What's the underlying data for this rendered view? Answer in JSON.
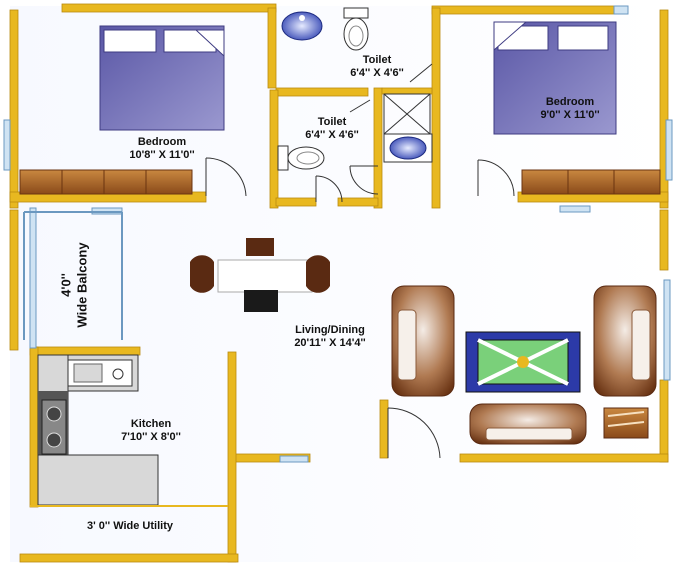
{
  "rooms": {
    "bedroom_left": {
      "name": "Bedroom",
      "size": "10'8'' X 11'0''"
    },
    "bedroom_right": {
      "name": "Bedroom",
      "size": "9'0'' X 11'0''"
    },
    "toilet_top": {
      "name": "Toilet",
      "size": "6'4'' X 4'6''"
    },
    "toilet_mid": {
      "name": "Toilet",
      "size": "6'4'' X 4'6''"
    },
    "balcony": {
      "size": "4'0''",
      "name": "Wide Balcony"
    },
    "living": {
      "name": "Living/Dining",
      "size": "20'11'' X 14'4''"
    },
    "kitchen": {
      "name": "Kitchen",
      "size": "7'10'' X 8'0''"
    },
    "utility": {
      "name": "3' 0'' Wide Utility"
    }
  },
  "colors": {
    "wall": "#e8b820",
    "wall_edge": "#b98a10",
    "window": "#8fb8d8",
    "bed": "#6f6cb0",
    "wood": "#b06a2a",
    "sofa": "#8a4a22",
    "fixture_blue": "#3a4fc0",
    "counter": "#555555"
  }
}
